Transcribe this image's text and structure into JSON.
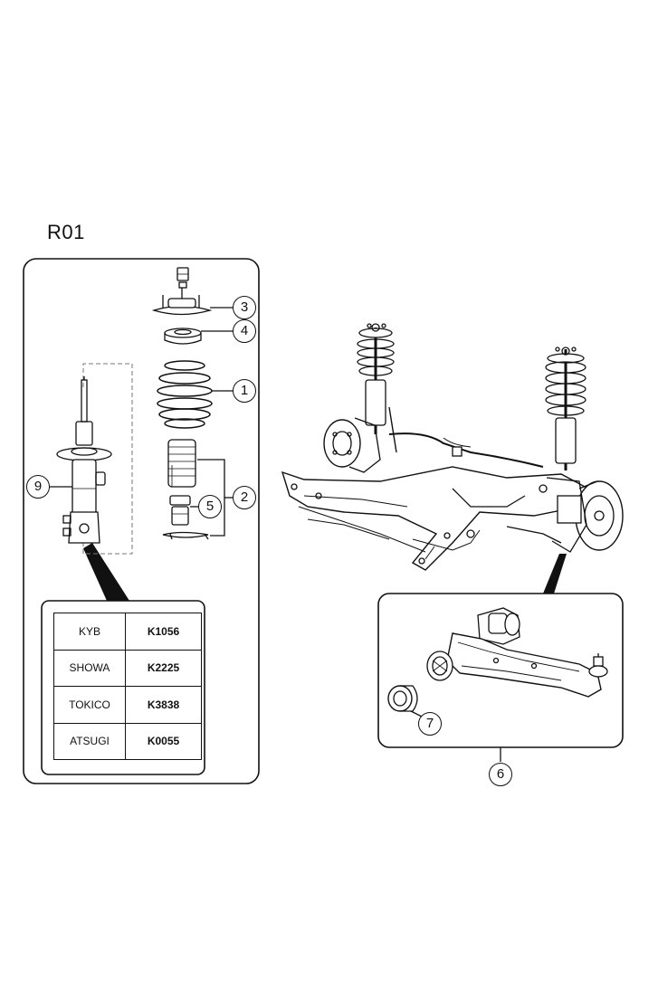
{
  "title": "R01",
  "callouts": {
    "c1": "1",
    "c2": "2",
    "c3": "3",
    "c4": "4",
    "c5": "5",
    "c6": "6",
    "c7": "7",
    "c9": "9"
  },
  "spec_table": [
    {
      "brand": "KYB",
      "code": "K1056"
    },
    {
      "brand": "SHOWA",
      "code": "K2225"
    },
    {
      "brand": "TOKICO",
      "code": "K3838"
    },
    {
      "brand": "ATSUGI",
      "code": "K0055"
    }
  ],
  "colors": {
    "line": "#111111",
    "background": "#ffffff",
    "dashed": "#777777"
  }
}
